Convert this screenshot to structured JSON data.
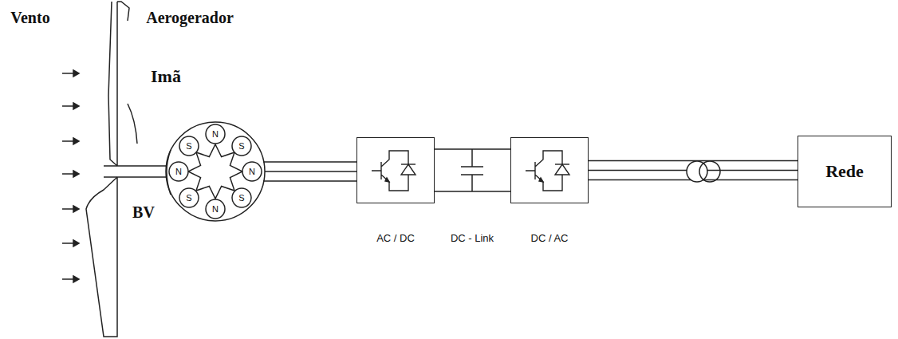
{
  "diagram": {
    "nodes": [
      {
        "text": [
          "AC / DC"
        ]
      },
      {
        "text": [
          "DC / AC"
        ]
      },
      {
        "text": [
          "Rede"
        ]
      }
    ],
    "edges": [
      {
        "from": 0,
        "to": 1,
        "arrow": "none"
      },
      {
        "from": 1,
        "to": 2,
        "arrow": "none"
      }
    ],
    "labels": [
      "Vento",
      "Aerogerador",
      "Imã",
      "BV",
      "S",
      "N",
      "S",
      "N",
      "N",
      "S",
      "N",
      "S",
      "DC - Link"
    ]
  }
}
